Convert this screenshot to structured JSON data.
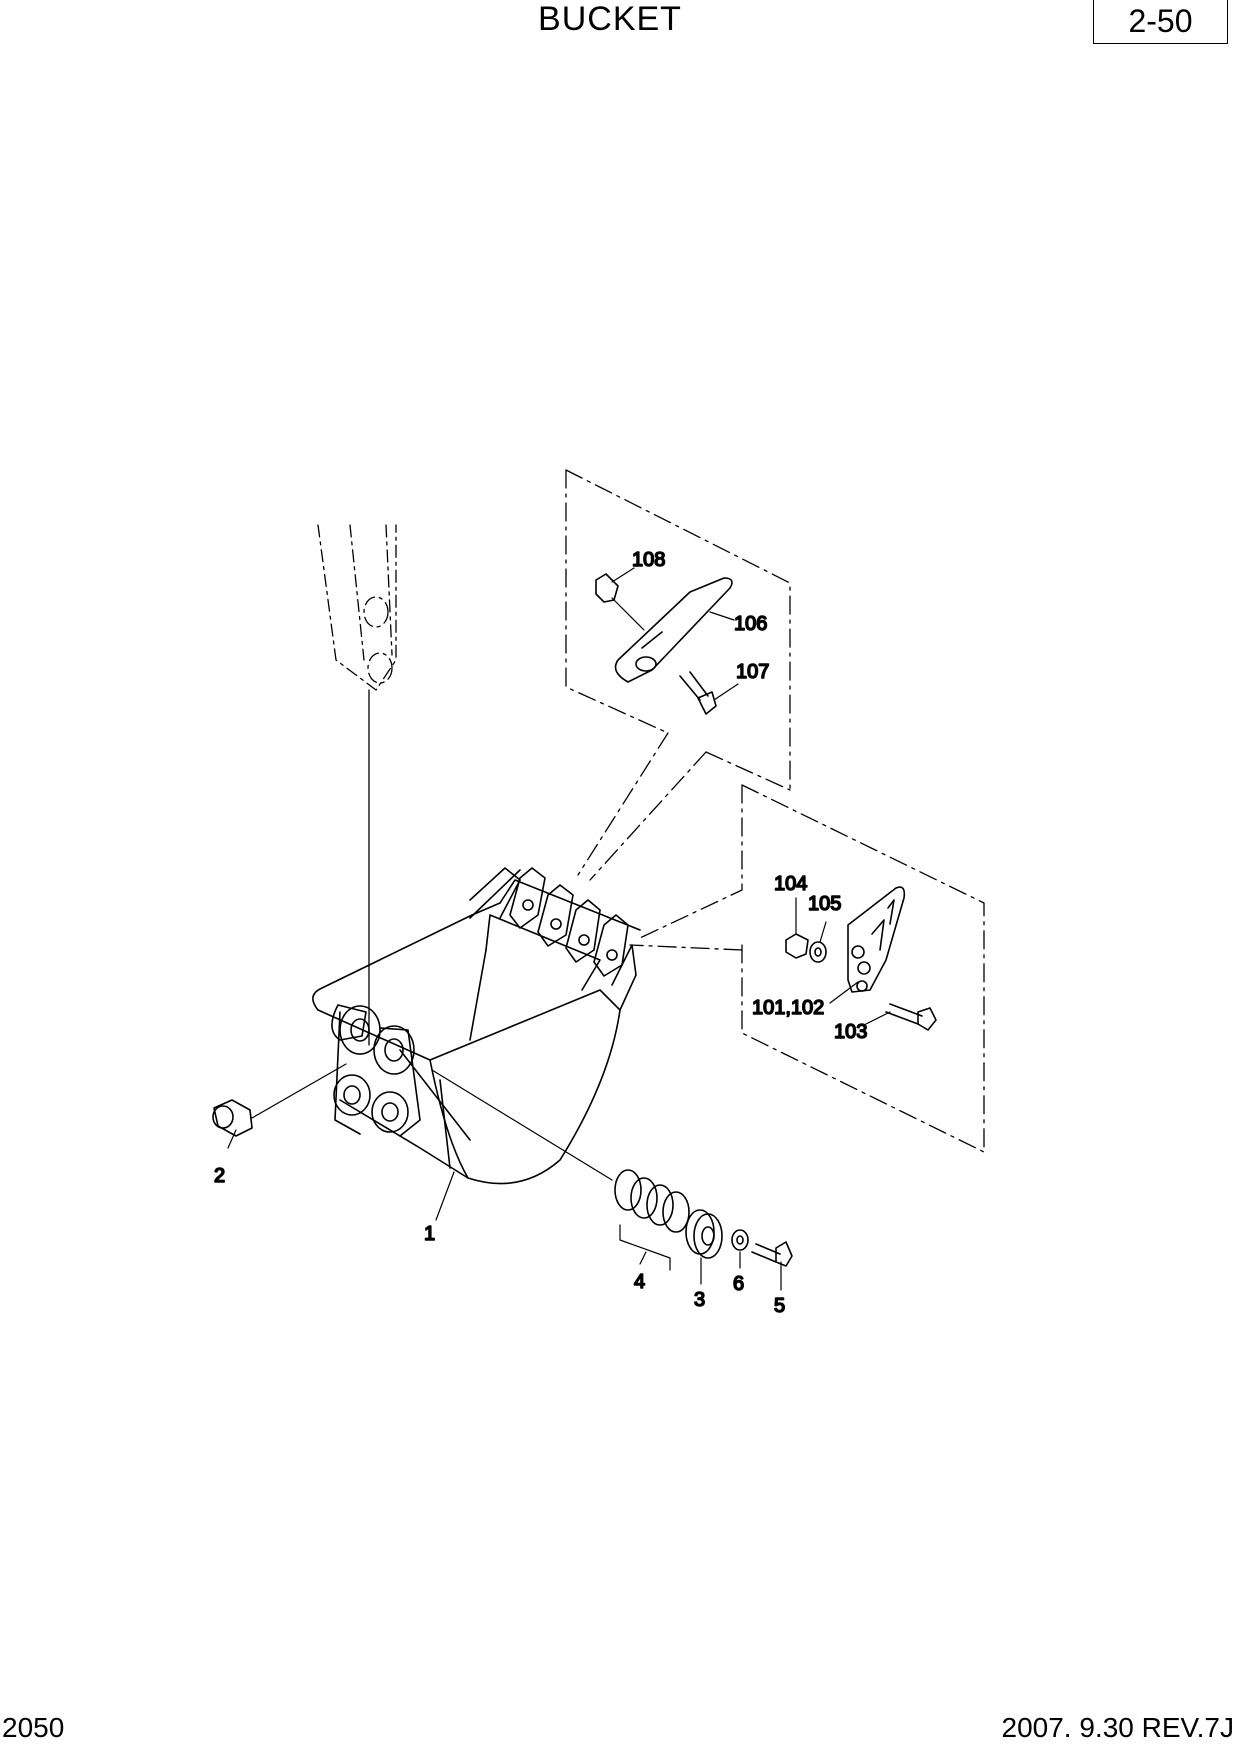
{
  "header": {
    "title": "BUCKET",
    "page_code": "2-50"
  },
  "footer": {
    "model": "2050",
    "revision": "2007. 9.30  REV.7J"
  },
  "callouts": {
    "c1": "1",
    "c2": "2",
    "c3": "3",
    "c4": "4",
    "c5": "5",
    "c6": "6",
    "c101": "101,102",
    "c103": "103",
    "c104": "104",
    "c105": "105",
    "c106": "106",
    "c107": "107",
    "c108": "108"
  }
}
